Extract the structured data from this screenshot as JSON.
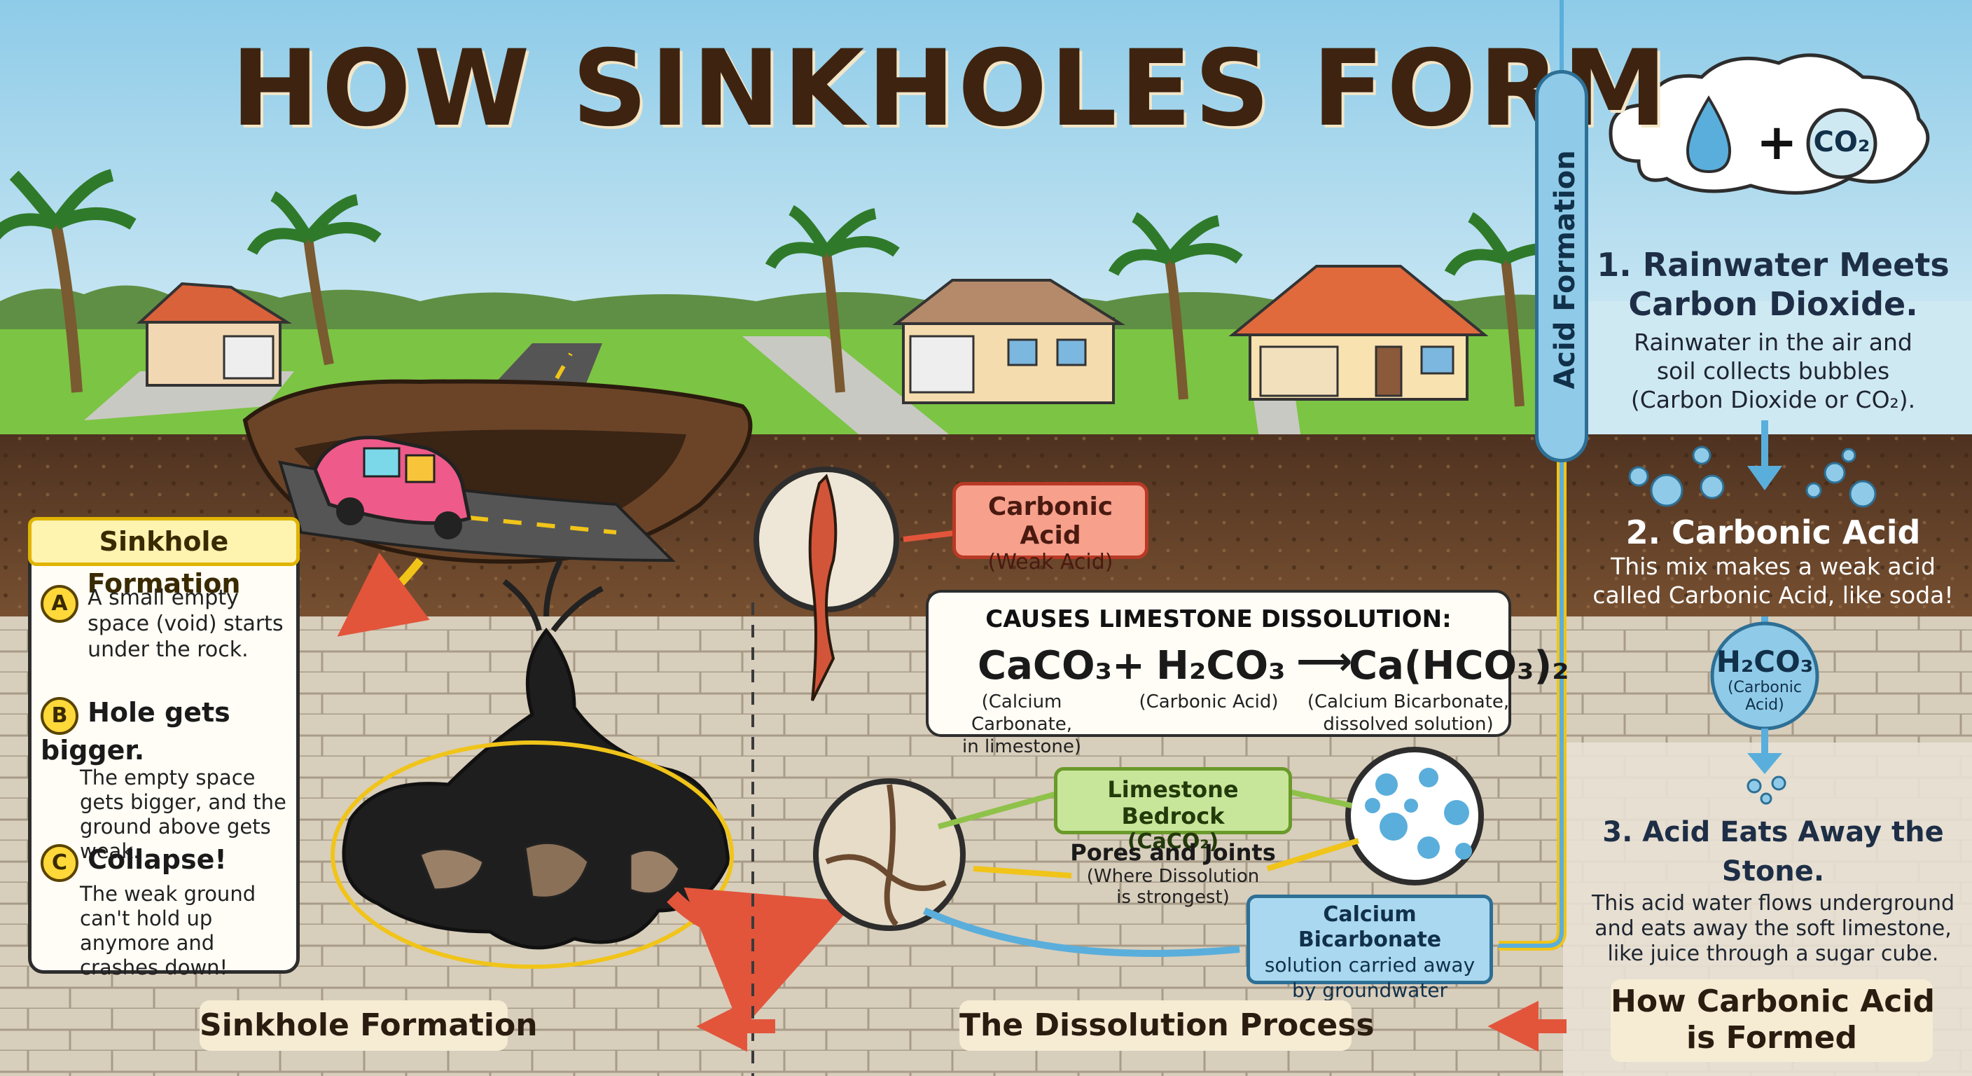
{
  "title": "HOW SINKHOLES FORM",
  "left_panel": {
    "heading": "Sinkhole Formation",
    "steps": [
      {
        "badge": "A",
        "head": "",
        "text": "A small empty space (void) starts under the rock."
      },
      {
        "badge": "B",
        "head": "Hole gets bigger.",
        "text": "The empty space gets bigger, and the ground above gets weak."
      },
      {
        "badge": "C",
        "head": "Collapse!",
        "text": "The weak ground can't hold up anymore and crashes down!"
      }
    ]
  },
  "carbonic_acid_label": {
    "line1": "Carbonic Acid",
    "line2": "(Weak Acid)"
  },
  "equation": {
    "heading": "CAUSES LIMESTONE DISSOLUTION:",
    "reactant1": "CaCO₃",
    "plus": "+",
    "reactant2": "H₂CO₃",
    "arrow": "⟶",
    "product": "Ca(HCO₃)₂",
    "note1a": "(Calcium Carbonate,",
    "note1b": "in limestone)",
    "note2": "(Carbonic Acid)",
    "note3a": "(Calcium Bicarbonate,",
    "note3b": "dissolved solution)"
  },
  "limestone_label": {
    "line1": "Limestone Bedrock",
    "line2": "(CaCO₂)"
  },
  "pores_label": {
    "line1": "Pores and Joints",
    "line2": "(Where Dissolution",
    "line3": "is strongest)"
  },
  "bicarbonate_label": {
    "line1": "Calcium Bicarbonate",
    "line2": "solution carried away",
    "line3": "by groundwater"
  },
  "acid_formation_bar": "Acid Formation",
  "cloud": {
    "plus": "+",
    "co2": "CO₂"
  },
  "right_steps": {
    "step1_head_a": "1. Rainwater Meets",
    "step1_head_b": "Carbon Dioxide.",
    "step1_a": "Rainwater in the air and",
    "step1_b": "soil collects bubbles",
    "step1_c": "(Carbon Dioxide or CO₂).",
    "step2_head": "2. Carbonic Acid",
    "step2_a": "This mix makes a weak acid",
    "step2_b": "called Carbonic Acid, like soda!",
    "h2co3": "H₂CO₃",
    "h2co3_note": "(Carbonic Acid)",
    "step3_head": "3. Acid Eats Away the Stone.",
    "step3_a": "This acid water flows underground",
    "step3_b": "and eats away the soft limestone,",
    "step3_c": "like juice through a sugar cube."
  },
  "bottom_labels": {
    "left": "Sinkhole Formation",
    "middle": "The Dissolution Process",
    "right_a": "How Carbonic Acid",
    "right_b": "is Formed"
  },
  "colors": {
    "sky": "#a9d8ee",
    "grass": "#7cc444",
    "soil": "#5a3a22",
    "limestone": "#d9cfbd",
    "accent_red": "#e2553b",
    "accent_blue": "#5aaedb",
    "accent_yellow": "#f0c419"
  }
}
